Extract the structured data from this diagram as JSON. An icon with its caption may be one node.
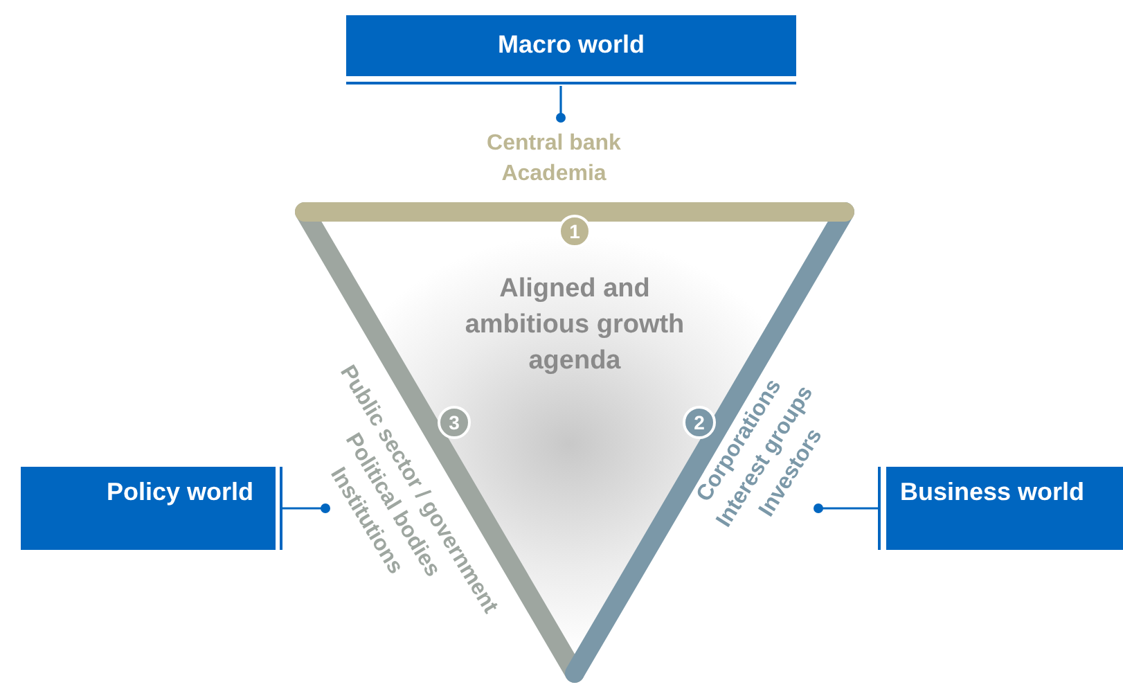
{
  "diagram": {
    "nodes": [
      {
        "text": [
          "Macro world"
        ]
      },
      {
        "text": [
          "Central bank",
          "Academia"
        ]
      },
      {
        "text": [
          "Aligned and ambitious growth agenda"
        ]
      },
      {
        "text": [
          "Public sector / government",
          "Political bodies",
          "Institutions"
        ]
      },
      {
        "text": [
          "Corporations",
          "Interest groups",
          "Investors"
        ]
      },
      {
        "text": [
          "Policy world"
        ]
      },
      {
        "text": [
          "Business world"
        ]
      }
    ],
    "edges": [
      {
        "from": 0,
        "to": 1,
        "arrow": "other"
      },
      {
        "from": 5,
        "to": 3,
        "arrow": "other"
      },
      {
        "from": 6,
        "to": 4,
        "arrow": "other"
      }
    ],
    "labels": [
      "1",
      "2",
      "3"
    ]
  }
}
